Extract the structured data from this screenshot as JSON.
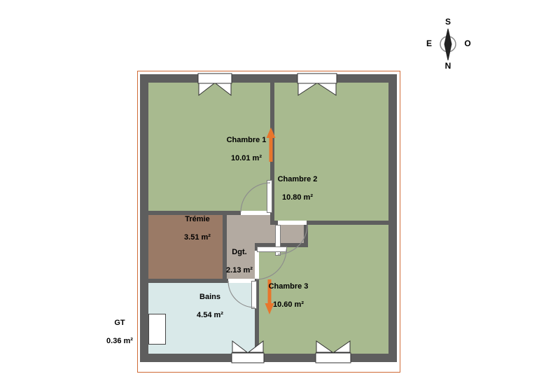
{
  "plan": {
    "rooms": [
      {
        "id": "chambre-1",
        "name": "Chambre 1",
        "area": "10.01 m²"
      },
      {
        "id": "chambre-2",
        "name": "Chambre 2",
        "area": "10.80 m²"
      },
      {
        "id": "tremie",
        "name": "Trémie",
        "area": "3.51 m²"
      },
      {
        "id": "degagement",
        "name": "Dgt.",
        "area": "2.13 m²"
      },
      {
        "id": "chambre-3",
        "name": "Chambre 3",
        "area": "10.60 m²"
      },
      {
        "id": "bains",
        "name": "Bains",
        "area": "4.54 m²"
      },
      {
        "id": "gaine-technique",
        "name": "GT",
        "area": "0.36 m²"
      }
    ],
    "colors": {
      "bedroom_fill": "#a8ba8f",
      "tremie_fill": "#9a7a66",
      "hallway_fill": "#b3aaa1",
      "bath_fill": "#d9e9e9",
      "wall": "#5e5e5e",
      "plan_border": "#cf6a35",
      "arrow": "#e8762c",
      "door_line": "#8d8d8d",
      "window_line": "#333333"
    }
  },
  "compass": {
    "top": "S",
    "bottom": "N",
    "left": "E",
    "right": "O"
  }
}
